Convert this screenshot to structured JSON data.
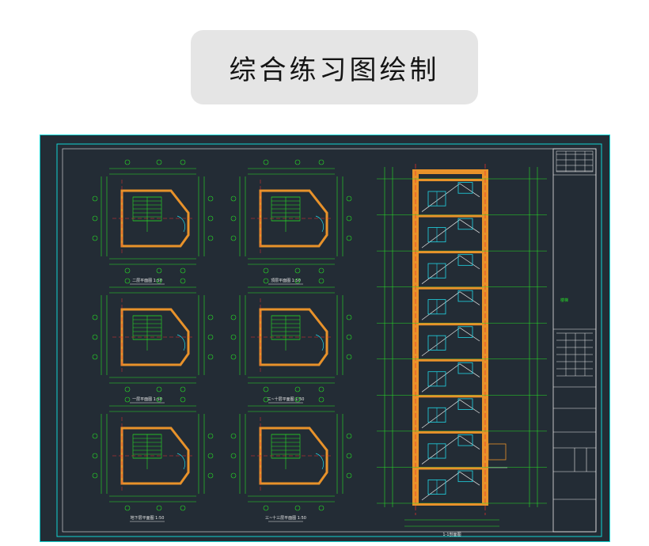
{
  "title": "综合练习图绘制",
  "colors": {
    "background": "#ffffff",
    "pill": "#e5e5e5",
    "drawing_bg": "#232c35",
    "frame": "#12d3d3",
    "wall": "#e8922a",
    "dimension": "#26e026",
    "cyan_detail": "#20d6e6",
    "red_axis": "#ee3030",
    "text_white": "#e8e8e8"
  },
  "plans": [
    {
      "caption": "二层平面图",
      "scale": "1:50"
    },
    {
      "caption": "顶层平面图",
      "scale": "1:50"
    },
    {
      "caption": "一层平面图",
      "scale": "1:50"
    },
    {
      "caption": "三~十层平面图",
      "scale": "1:50"
    },
    {
      "caption": "地下层平面图",
      "scale": "1:50"
    },
    {
      "caption": "三~十三层平面图",
      "scale": "1:50"
    }
  ],
  "section_caption": "1-1剖面图",
  "title_block_label": "楼梯"
}
